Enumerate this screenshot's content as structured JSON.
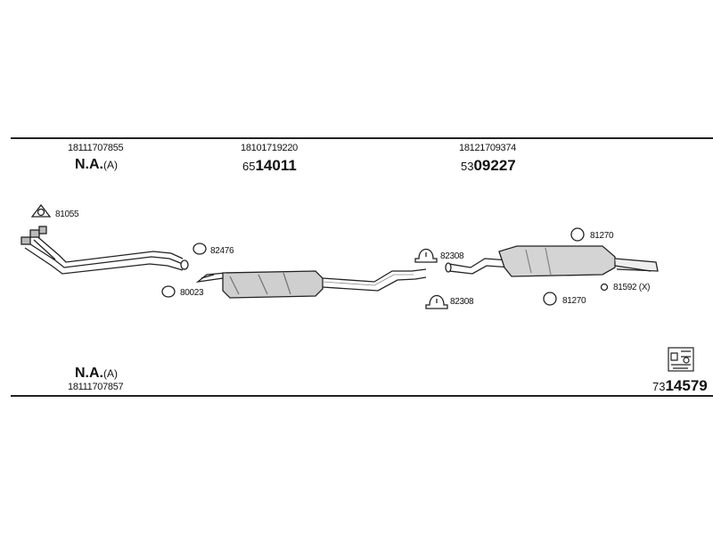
{
  "header": {
    "col1_part": "18111707855",
    "col1_na": "N.A.",
    "col1_na_suffix": "(A)",
    "col2_part": "18101719220",
    "col2_prefix": "65",
    "col2_main": "14011",
    "col3_part": "18121709374",
    "col3_prefix": "53",
    "col3_main": "09227"
  },
  "parts": {
    "p81055": "81055",
    "p82476": "82476",
    "p80023": "80023",
    "p82308a": "82308",
    "p82308b": "82308",
    "p81270a": "81270",
    "p81270b": "81270",
    "p81592": "81592 (X)"
  },
  "footer": {
    "na": "N.A.",
    "na_suffix": "(A)",
    "part": "18111707857",
    "prefix": "73",
    "main": "14579"
  },
  "colors": {
    "line": "#222222",
    "fill": "#d9d9d9"
  }
}
